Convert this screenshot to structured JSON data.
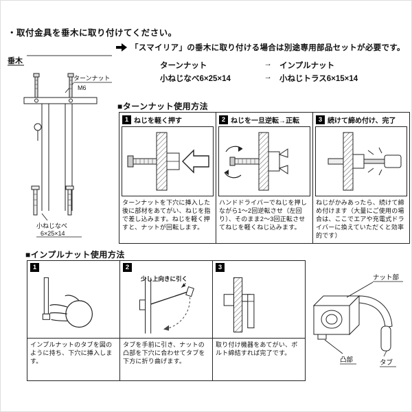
{
  "page": {
    "intro": "・取付金具を垂木に取り付けてください。",
    "note": "「スマイリア」の垂木に取り付ける場合は別途専用部品セットが必要です。",
    "conversion": [
      {
        "from": "ターンナット",
        "arrow": "→",
        "to": "インプルナット"
      },
      {
        "from": "小ねじなべ6×25×14",
        "arrow": "→",
        "to": "小ねじトラス6×15×14"
      }
    ]
  },
  "stud_diagram": {
    "label_top": "垂木",
    "label_nut": "ターンナット",
    "label_nut_size": "M6",
    "label_screw": "小ねじなべ",
    "label_screw_size": "6×25×14"
  },
  "section1": {
    "title": "■ターンナット使用方法",
    "steps": [
      {
        "num": "1",
        "heading": "ねじを軽く押す",
        "desc": "ターンナットを下穴に挿入した後に部材をあてがい、ねじを指で差し込みます。ねじを軽く押すと、ナットが回転します。"
      },
      {
        "num": "2",
        "heading": "ねじを一旦逆転→正転",
        "desc": "ハンドドライバーでねじを押しながら1〜2回逆転させ（左回り）、そのまま2〜3回正転させてねじを軽くねじ込みます。"
      },
      {
        "num": "3",
        "heading": "続けて締め付け、完了",
        "desc": "ねじがかみあったら、続けて締め付けます（大量にご使用の場合は、ここでエアや充電式ドライバーに換えていただくと効率的です）"
      }
    ]
  },
  "section2": {
    "title": "■インプルナット使用方法",
    "steps": [
      {
        "num": "1",
        "desc": "インプルナットのタブを図のように持ち、下穴に挿入します。"
      },
      {
        "num": "2",
        "callout": "少し上向きに引く",
        "desc": "タブを手前に引き、ナットの凸部を下穴に合わせてタブを下方に折り曲げます。"
      },
      {
        "num": "3",
        "desc": "取り付け機器をあてがい、ボルト締結すれば完了です。"
      }
    ],
    "part_labels": {
      "nut": "ナット部",
      "bump": "凸部",
      "tab": "タブ"
    }
  }
}
